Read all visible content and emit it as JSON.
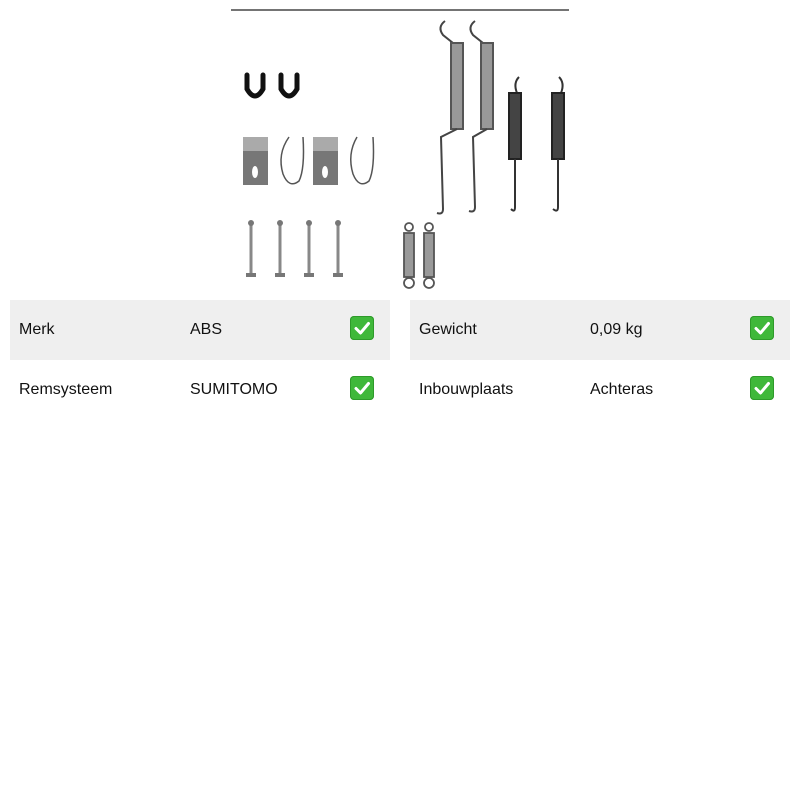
{
  "product": {
    "image_alt": "Brake shoe accessory kit parts: springs, clips, pins"
  },
  "specs": {
    "left": [
      {
        "label": "Merk",
        "value": "ABS",
        "icon": "check-icon"
      },
      {
        "label": "Remsysteem",
        "value": "SUMITOMO",
        "icon": "check-icon"
      }
    ],
    "right": [
      {
        "label": "Gewicht",
        "value": "0,09 kg",
        "icon": "check-icon"
      },
      {
        "label": "Inbouwplaats",
        "value": "Achteras",
        "icon": "check-icon"
      }
    ]
  },
  "colors": {
    "row_shade": "#efefef",
    "check_green": "#3fb83a"
  }
}
